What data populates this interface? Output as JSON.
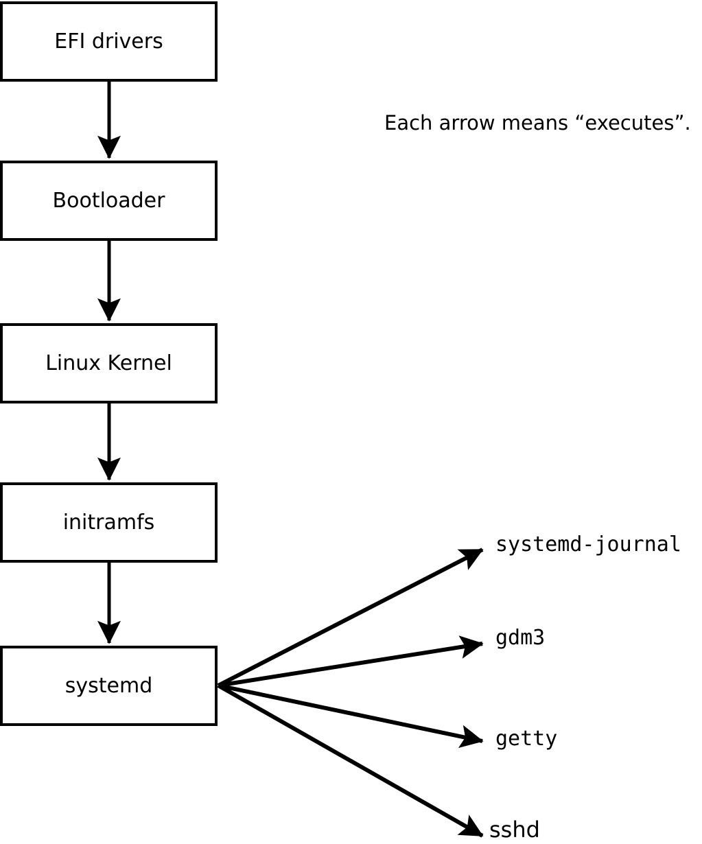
{
  "annotation": "Each arrow means “executes”.",
  "edge_meaning": "executes",
  "boot_chain": [
    {
      "id": "efi-drivers",
      "label": "EFI drivers"
    },
    {
      "id": "bootloader",
      "label": "Bootloader"
    },
    {
      "id": "linux-kernel",
      "label": "Linux Kernel"
    },
    {
      "id": "initramfs",
      "label": "initramfs"
    },
    {
      "id": "systemd",
      "label": "systemd"
    }
  ],
  "spawned_services": [
    {
      "id": "systemd-journal",
      "label": "systemd-journal"
    },
    {
      "id": "gdm3",
      "label": "gdm3"
    },
    {
      "id": "getty",
      "label": "getty"
    },
    {
      "id": "sshd",
      "label": "sshd"
    }
  ],
  "edges": [
    {
      "from": "EFI drivers",
      "to": "Bootloader",
      "meaning": "executes"
    },
    {
      "from": "Bootloader",
      "to": "Linux Kernel",
      "meaning": "executes"
    },
    {
      "from": "Linux Kernel",
      "to": "initramfs",
      "meaning": "executes"
    },
    {
      "from": "initramfs",
      "to": "systemd",
      "meaning": "executes"
    },
    {
      "from": "systemd",
      "to": "systemd-journal",
      "meaning": "executes"
    },
    {
      "from": "systemd",
      "to": "gdm3",
      "meaning": "executes"
    },
    {
      "from": "systemd",
      "to": "getty",
      "meaning": "executes"
    },
    {
      "from": "systemd",
      "to": "sshd",
      "meaning": "executes"
    }
  ],
  "colors": {
    "background": "#ffffff",
    "box_fill": "#ffffff",
    "box_border": "#000000",
    "line": "#000000",
    "text": "#000000"
  }
}
